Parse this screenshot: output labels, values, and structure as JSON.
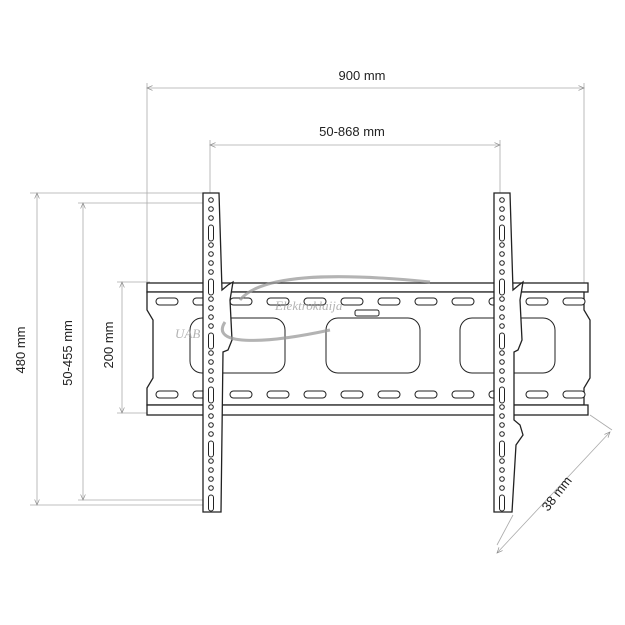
{
  "dimensions": {
    "overall_width": "900 mm",
    "vesa_horizontal": "50-868 mm",
    "overall_height": "480 mm",
    "vesa_vertical": "50-455 mm",
    "plate_height": "200 mm",
    "wall_distance": "38 mm"
  },
  "watermark": {
    "text": "Elektroklaija",
    "prefix": "UAB"
  },
  "colors": {
    "lines": "#222222",
    "dimension_lines": "#aaaaaa",
    "watermark": "#9a9a9a"
  }
}
